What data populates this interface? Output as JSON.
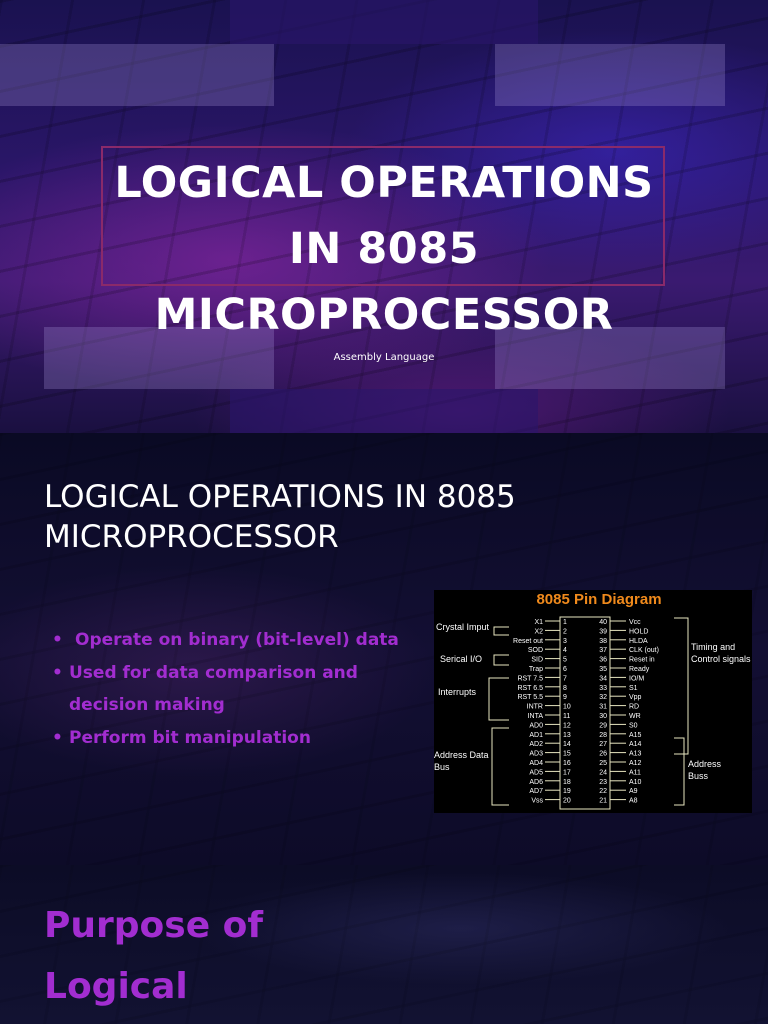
{
  "slide1": {
    "title_lines": [
      "LOGICAL OPERATIONS",
      "IN 8085",
      "MICROPROCESSOR"
    ],
    "subtitle": "Assembly Language"
  },
  "slide2": {
    "title_lines": [
      "LOGICAL OPERATIONS IN 8085",
      "MICROPROCESSOR"
    ],
    "bullets": [
      "Operate on binary (bit-level) data",
      "Used for data comparison and decision making",
      "Perform bit manipulation"
    ],
    "diagram": {
      "title": "8085 Pin Diagram",
      "left_pins": [
        "X1",
        "X2",
        "Reset out",
        "SOD",
        "SID",
        "Trap",
        "RST 7.5",
        "RST 6.5",
        "RST 5.5",
        "INTR",
        "INTA",
        "AD0",
        "AD1",
        "AD2",
        "AD3",
        "AD4",
        "AD5",
        "AD6",
        "AD7",
        "Vss"
      ],
      "right_pins": [
        "Vcc",
        "HOLD",
        "HLDA",
        "CLK (out)",
        "Reset in",
        "Ready",
        "IO/M",
        "S1",
        "Vpp",
        "RD",
        "WR",
        "S0",
        "A15",
        "A14",
        "A13",
        "A12",
        "A11",
        "A10",
        "A9",
        "A8"
      ],
      "groups_left": [
        "Crystal Imput",
        "Serical I/O",
        "Interrupts",
        "Address Data",
        "Bus"
      ],
      "groups_right": [
        "Timing and",
        "Control signals",
        "Address",
        "Buss"
      ],
      "title_color": "#f08a1c",
      "line_color": "#e8e6c0"
    }
  },
  "slide3": {
    "title_lines": [
      "Purpose of",
      "Logical"
    ]
  },
  "colors": {
    "accent_purple": "#a22dd0",
    "title_frame": "#8a2a6a"
  }
}
